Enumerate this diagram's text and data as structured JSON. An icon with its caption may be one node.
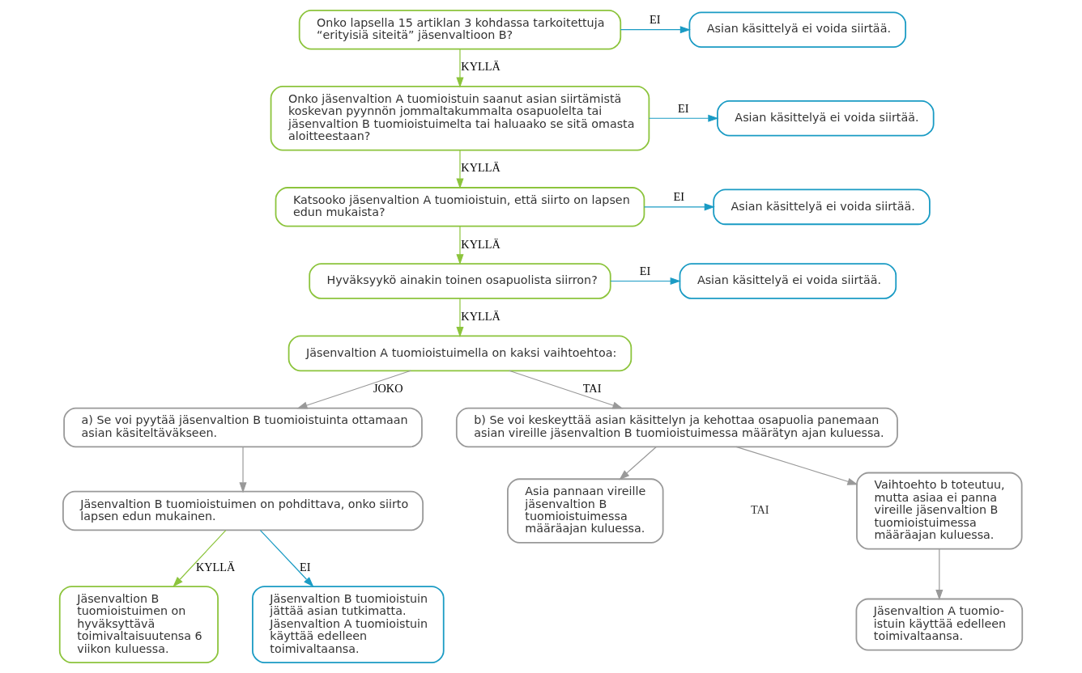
{
  "diagram": {
    "nodes": [
      {
        "text": [
          "Onko lapsella 15 artiklan 3 kohdassa tarkoitettuja “erityisiä siteitä” jäsenvaltioon B?"
        ]
      },
      {
        "text": [
          "Asian käsittelyä ei voida siirtää."
        ]
      },
      {
        "text": [
          "Onko jäsenvaltion A tuomioistuin saanut asian siirtämistä koskevan pyynnön jommaltakummalta osapuolelta tai jäsenvaltion B tuomioistuimelta tai haluaako se sitä omasta aloitteestaan?"
        ]
      },
      {
        "text": [
          "Asian käsittelyä ei voida siirtää."
        ]
      },
      {
        "text": [
          "Katsooko jäsenvaltion A tuomioistuin, että siirto on lapsen edun mukaista?"
        ]
      },
      {
        "text": [
          "Asian käsittelyä ei voida siirtää."
        ]
      },
      {
        "text": [
          "Hyväksyykö ainakin toinen osapuolista siirron?"
        ]
      },
      {
        "text": [
          "Asian käsittelyä ei voida siirtää."
        ]
      },
      {
        "text": [
          "Jäsenvaltion A tuomioistuimella on kaksi vaihtoehtoa:"
        ]
      },
      {
        "text": [
          "a) Se voi pyytää jäsenvaltion B tuomioistuinta ottamaan asian käsiteltäväkseen."
        ]
      },
      {
        "text": [
          "b) Se voi keskeyttää asian käsittelyn ja kehottaa osapuolia panemaan asian vireille jäsenvaltion B tuomioistuimessa määrätyn ajan kuluessa."
        ]
      },
      {
        "text": [
          "Jäsenvaltion B tuomioistuimen on pohdittava, onko siirto lapsen edun mukainen."
        ]
      },
      {
        "text": [
          "Jäsenvaltion B tuomioistuimen on hyväksyttävä toimivaltaisuutensa 6 viikon kuluessa."
        ]
      },
      {
        "text": [
          "Jäsenvaltion B tuomioistuin jättää asian tutkimatta. Jäsenvaltion A tuomioistuin käyttää edelleen toimivaltaansa."
        ]
      },
      {
        "text": [
          "Asia pannaan vireille jäsenvaltion B tuomioistuimessa määräajan kuluessa."
        ]
      },
      {
        "text": [
          "Vaihtoehto b toteutuu, mutta asiaa ei panna vireille jäsenvaltion B tuomioistuimessa määräajan kuluessa."
        ]
      },
      {
        "text": [
          "Jäsenvaltion A tuomio- istuin käyttää edelleen toimivaltaansa."
        ]
      }
    ],
    "edges": [
      {
        "from": 0,
        "to": 1,
        "arrow": "to",
        "label": "EI",
        "color": "#1a9bc4"
      },
      {
        "from": 0,
        "to": 2,
        "arrow": "to",
        "label": "KYLLÄ",
        "color": "#8cc43c"
      },
      {
        "from": 2,
        "to": 3,
        "arrow": "to",
        "label": "EI",
        "color": "#1a9bc4"
      },
      {
        "from": 2,
        "to": 4,
        "arrow": "to",
        "label": "KYLLÄ",
        "color": "#8cc43c"
      },
      {
        "from": 4,
        "to": 5,
        "arrow": "to",
        "label": "EI",
        "color": "#1a9bc4"
      },
      {
        "from": 4,
        "to": 6,
        "arrow": "to",
        "label": "KYLLÄ",
        "color": "#8cc43c"
      },
      {
        "from": 6,
        "to": 7,
        "arrow": "to",
        "label": "EI",
        "color": "#1a9bc4"
      },
      {
        "from": 6,
        "to": 8,
        "arrow": "to",
        "label": "KYLLÄ",
        "color": "#8cc43c"
      },
      {
        "from": 8,
        "to": 9,
        "arrow": "to",
        "label": "JOKO"
      },
      {
        "from": 8,
        "to": 10,
        "arrow": "to",
        "label": "TAI"
      },
      {
        "from": 9,
        "to": 11,
        "arrow": "to"
      },
      {
        "from": 11,
        "to": 12,
        "arrow": "to",
        "label": "KYLLÄ",
        "color": "#8cc43c"
      },
      {
        "from": 11,
        "to": 13,
        "arrow": "to",
        "label": "EI",
        "color": "#1a9bc4"
      },
      {
        "from": 10,
        "to": 14,
        "arrow": "to"
      },
      {
        "from": 10,
        "to": 15,
        "arrow": "to"
      },
      {
        "from": 15,
        "to": 16,
        "arrow": "to"
      }
    ],
    "labels": [
      "TAI"
    ]
  }
}
